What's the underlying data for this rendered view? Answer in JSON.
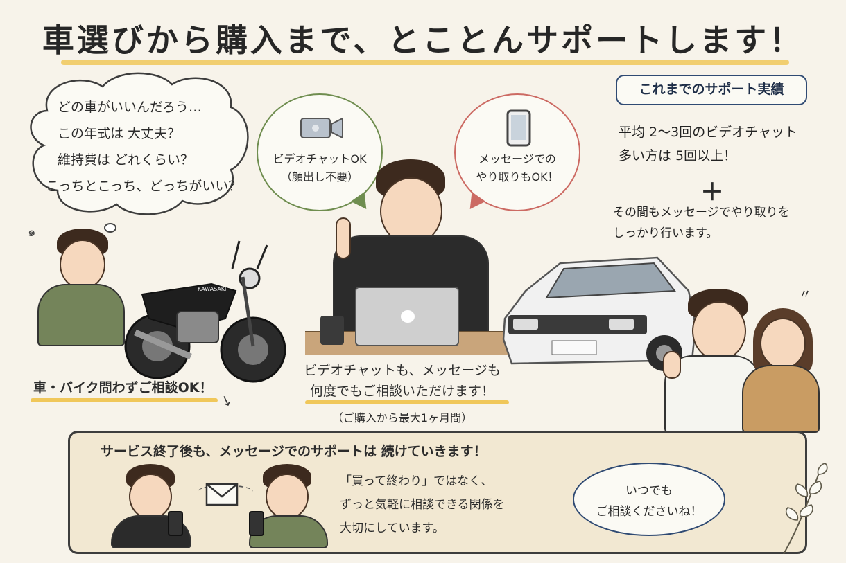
{
  "title": "車選びから購入まで、とことんサポートします！",
  "thought_cloud": {
    "lines": [
      "どの車がいいんだろう…",
      "この年式は 大丈夫？",
      "維持費は どれくらい？",
      "こっちとこっち、どっちがいい？"
    ]
  },
  "bubble_video": {
    "line1": "ビデオチャットOK",
    "line2": "（顔出し不要）",
    "icon": "video-camera-icon"
  },
  "bubble_message": {
    "line1": "メッセージでの",
    "line2": "やり取りもOK！",
    "icon": "smartphone-icon"
  },
  "record": {
    "label": "これまでのサポート実績",
    "line1": "平均 2～3回のビデオチャット",
    "line2": "多い方は 5回以上！",
    "plus": "＋",
    "foot1": "その間もメッセージでやり取りを",
    "foot2": "しっかり行います。"
  },
  "captions": {
    "bike": "車・バイク問わずご相談OK！",
    "center1": "ビデオチャットも、メッセージも",
    "center2": "何度でもご相談いただけます！",
    "center_sub": "（ご購入から最大1ヶ月間）",
    "motorcycle_brand": "KAWASAKI"
  },
  "footer": {
    "title": "サービス終了後も、メッセージでのサポートは 続けていきます！",
    "text1": "「買って終わり」ではなく、",
    "text2": "ずっと気軽に相談できる関係を",
    "text3": "大切にしています。",
    "oval1": "いつでも",
    "oval2": "ご相談くださいね！"
  },
  "colors": {
    "accent_yellow": "#f0c75a",
    "green": "#6f8d4f",
    "red": "#cc6a63",
    "navy": "#2f4a73"
  }
}
